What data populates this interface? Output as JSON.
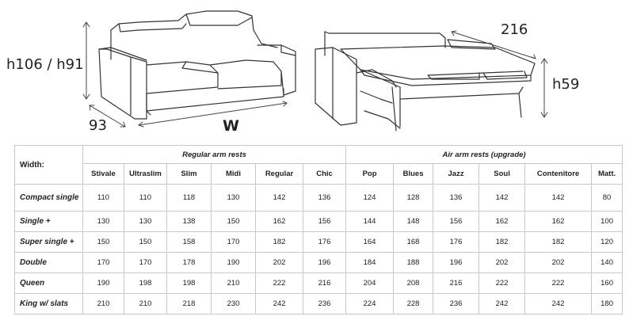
{
  "dimensions": {
    "height": "h106 / h91",
    "depth": "93",
    "width": "W",
    "bed_length": "216",
    "bed_height": "h59"
  },
  "table": {
    "width_label": "Width:",
    "groups": [
      "Regular arm rests",
      "Air arm rests (upgrade)"
    ],
    "columns": [
      "Stivale",
      "Ultraslim",
      "Slim",
      "Midi",
      "Regular",
      "Chic",
      "Pop",
      "Blues",
      "Jazz",
      "Soul",
      "Contenitore",
      "Matt."
    ],
    "rows": [
      {
        "label": "Compact single",
        "values": [
          "110",
          "110",
          "118",
          "130",
          "142",
          "136",
          "124",
          "128",
          "136",
          "142",
          "142",
          "80"
        ]
      },
      {
        "label": "Single +",
        "values": [
          "130",
          "130",
          "138",
          "150",
          "162",
          "156",
          "144",
          "148",
          "156",
          "162",
          "162",
          "100"
        ]
      },
      {
        "label": "Super single +",
        "values": [
          "150",
          "150",
          "158",
          "170",
          "182",
          "176",
          "164",
          "168",
          "176",
          "182",
          "182",
          "120"
        ]
      },
      {
        "label": "Double",
        "values": [
          "170",
          "170",
          "178",
          "190",
          "202",
          "196",
          "184",
          "188",
          "196",
          "202",
          "202",
          "140"
        ]
      },
      {
        "label": "Queen",
        "values": [
          "190",
          "198",
          "198",
          "210",
          "222",
          "216",
          "204",
          "208",
          "216",
          "222",
          "222",
          "160"
        ]
      },
      {
        "label": "King w/ slats",
        "values": [
          "210",
          "210",
          "218",
          "230",
          "242",
          "236",
          "224",
          "228",
          "236",
          "242",
          "242",
          "180"
        ]
      }
    ]
  }
}
